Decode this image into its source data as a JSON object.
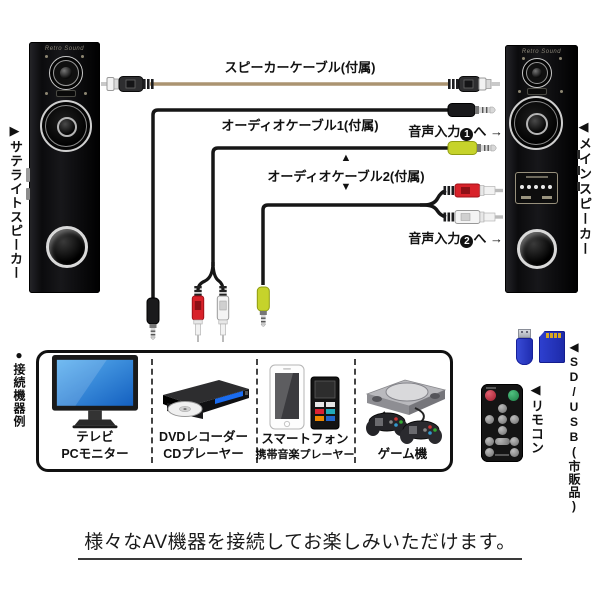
{
  "diagram": {
    "speaker_cable": {
      "label": "スピーカーケーブル(付属)"
    },
    "audio_cable_1": {
      "label": "オーディオケーブル1(付属)"
    },
    "audio_cable_2": {
      "label": "オーディオケーブル2(付属)",
      "arrow_up": "▲",
      "arrow_down": "▼"
    },
    "input_1": {
      "prefix": "音声入力",
      "number": "1",
      "suffix": "へ",
      "arrow": "→"
    },
    "input_2": {
      "prefix": "音声入力",
      "number": "2",
      "suffix": "へ",
      "arrow": "→"
    },
    "left_speaker": {
      "arrow": "▶",
      "label": "サテライトスピーカー",
      "brand": "Retro Sound"
    },
    "right_speaker": {
      "arrow": "◀",
      "label": "メインスピーカー",
      "brand": "Retro Sound"
    }
  },
  "devices_panel": {
    "side_label": {
      "bullet": "●",
      "text": "接続機器例"
    },
    "devices": [
      {
        "line1": "テレビ",
        "line2": "PCモニター"
      },
      {
        "line1": "DVDレコーダー",
        "line2": "CDプレーヤー"
      },
      {
        "line1": "スマートフォン",
        "line2": "携帯音楽プレーヤー"
      },
      {
        "line1": "ゲーム機",
        "line2": ""
      }
    ]
  },
  "accessories": {
    "remote": {
      "arrow": "◀",
      "label": "リモコン"
    },
    "sd_usb": {
      "arrow": "◀",
      "label": "SD/USB(市販品)"
    }
  },
  "footer": {
    "text": "様々なAV機器を接続してお楽しみいただけます。"
  },
  "colors": {
    "speaker_cable_tan": "#ab9471",
    "cable_black": "#161616",
    "rca_red": "#d8222a",
    "rca_white": "#f2f2f2",
    "plug_yellow_green": "#c6d32b",
    "tv_screen_blue": "#2f8fe0",
    "dvd_display_blue": "#1a6cf0",
    "usb_sd_blue": "#2536c8",
    "remote_power_red": "#c13040",
    "remote_green": "#28a058"
  }
}
